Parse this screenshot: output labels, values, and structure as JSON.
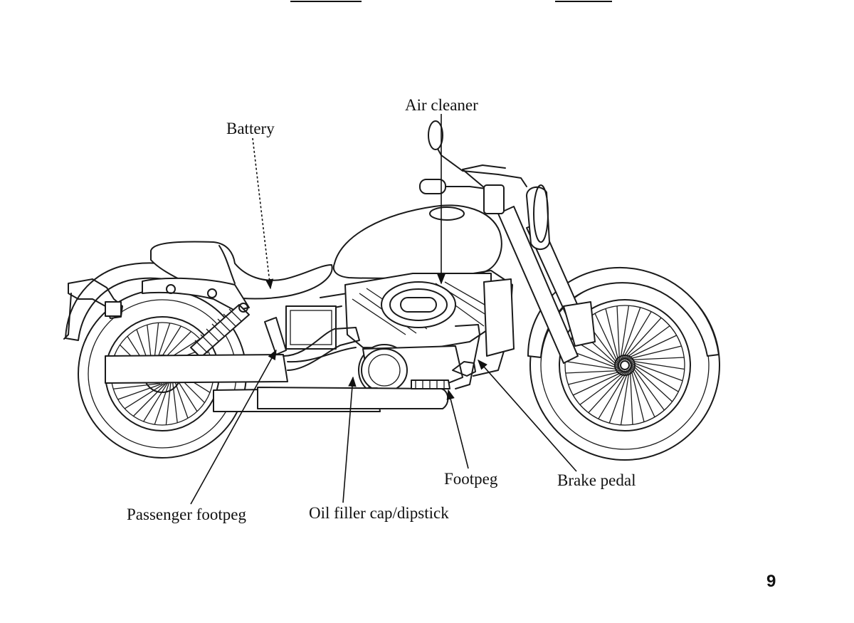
{
  "labels": {
    "air_cleaner": "Air cleaner",
    "battery": "Battery",
    "footpeg": "Footpeg",
    "brake_pedal": "Brake pedal",
    "passenger_footpeg": "Passenger footpeg",
    "oil_filler": "Oil filler cap/dipstick"
  },
  "page_number": "9"
}
